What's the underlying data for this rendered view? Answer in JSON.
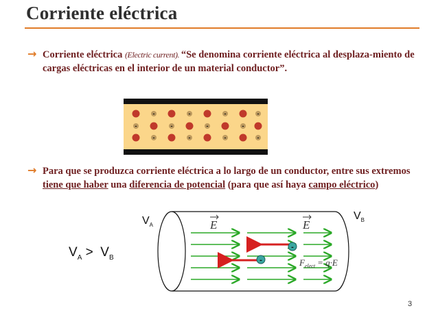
{
  "slide": {
    "title": "Corriente eléctrica",
    "page_number": "3",
    "colors": {
      "accent": "#e07b28",
      "text": "#6e1f20",
      "strip": "#fbd68a",
      "charge": "#c0392b",
      "cyl": "#2aa827",
      "red_arrow": "#d62020"
    },
    "bullet1": {
      "term": "Corriente eléctrica ",
      "english": "(Electric current). ",
      "definition": "“Se denomina corriente eléctrica al desplaza-miento de cargas eléctricas en el interior de un material conductor”."
    },
    "bullet2": {
      "part1": "Para que se produzca corriente eléctrica a lo largo de un conductor, entre sus extremos ",
      "link1": "tiene que haber",
      "part2": " una ",
      "link2": "diferencia de potencial",
      "part3": " (para que así haya ",
      "link3": "campo eléctrico",
      "part4": ")"
    },
    "diagram": {
      "va_label": "V",
      "va_sub": "A",
      "vb_label": "V",
      "vb_sub": "B",
      "relation_left": "V",
      "relation_left_sub": "A",
      "relation_op": " >  ",
      "relation_right": "V",
      "relation_right_sub": "B",
      "field_symbol": "E",
      "force_symbol": "F",
      "force_sub": "elect",
      "force_rhs": "= q·E",
      "charge_sign": "-",
      "strip_charge_sign": "-"
    },
    "icons": {
      "bullet": "right-arrow-icon"
    }
  }
}
